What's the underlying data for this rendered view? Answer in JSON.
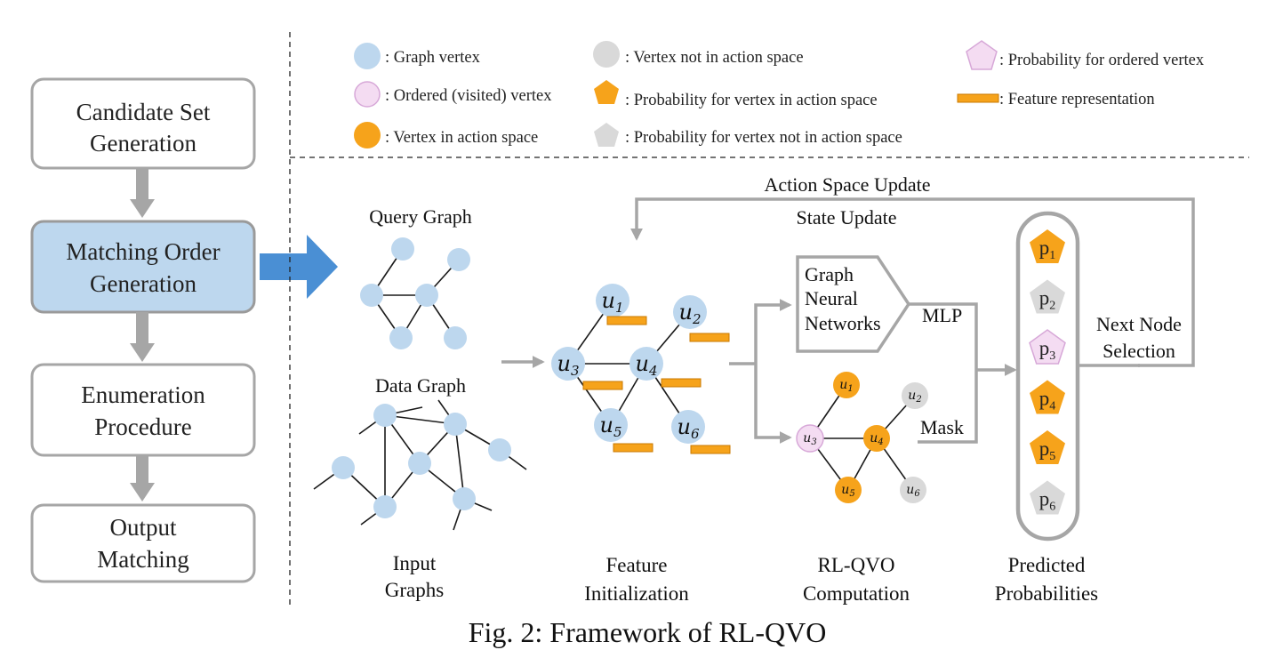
{
  "pipeline": {
    "step1_line1": "Candidate Set",
    "step1_line2": "Generation",
    "step2_line1": "Matching Order",
    "step2_line2": "Generation",
    "step3_line1": "Enumeration",
    "step3_line2": "Procedure",
    "step4_line1": "Output",
    "step4_line2": "Matching"
  },
  "legend": {
    "graph_vertex": ": Graph vertex",
    "ordered_vertex": ": Ordered (visited) vertex",
    "vertex_in_action": ": Vertex in action space",
    "vertex_not_in_action": ": Vertex not in action space",
    "prob_in_action": ": Probability for vertex in action space",
    "prob_not_in_action": ": Probability for vertex not in action space",
    "prob_ordered": ": Probability for ordered vertex",
    "feature_repr": ": Feature representation"
  },
  "labels": {
    "action_space_update": "Action Space Update",
    "state_update": "State Update",
    "query_graph": "Query Graph",
    "data_graph": "Data Graph",
    "gnn_line1": "Graph",
    "gnn_line2": "Neural",
    "gnn_line3": "Networks",
    "mlp": "MLP",
    "mask": "Mask",
    "next_line1": "Next Node",
    "next_line2": "Selection"
  },
  "vertices": {
    "u1": {
      "base": "u",
      "sub": "1"
    },
    "u2": {
      "base": "u",
      "sub": "2"
    },
    "u3": {
      "base": "u",
      "sub": "3"
    },
    "u4": {
      "base": "u",
      "sub": "4"
    },
    "u5": {
      "base": "u",
      "sub": "5"
    },
    "u6": {
      "base": "u",
      "sub": "6"
    }
  },
  "probabilities": [
    {
      "base": "p",
      "sub": "1",
      "state": "in-action"
    },
    {
      "base": "p",
      "sub": "2",
      "state": "not-in-action"
    },
    {
      "base": "p",
      "sub": "3",
      "state": "ordered"
    },
    {
      "base": "p",
      "sub": "4",
      "state": "in-action"
    },
    {
      "base": "p",
      "sub": "5",
      "state": "in-action"
    },
    {
      "base": "p",
      "sub": "6",
      "state": "not-in-action"
    }
  ],
  "columns": {
    "input_line1": "Input",
    "input_line2": "Graphs",
    "feature_line1": "Feature",
    "feature_line2": "Initialization",
    "rlqvo_line1": "RL-QVO",
    "rlqvo_line2": "Computation",
    "pred_line1": "Predicted",
    "pred_line2": "Probabilities"
  },
  "caption": "Fig. 2: Framework of RL-QVO",
  "colors": {
    "graph_vertex": "#bdd7ee",
    "ordered_vertex": "#f4dcf2",
    "action_vertex": "#f6a31b",
    "non_action_vertex": "#d9d9d9",
    "arrow_blue": "#4a8fd4",
    "connector_gray": "#a6a6a6"
  }
}
